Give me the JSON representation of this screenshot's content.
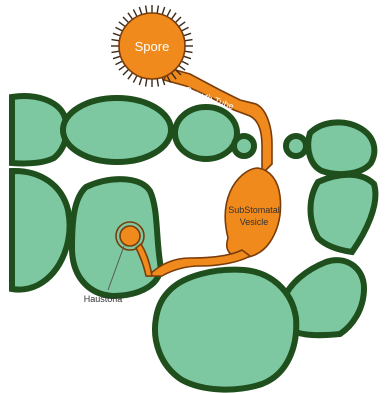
{
  "labels": {
    "spore": "Spore",
    "growth_tube": "Growth Tube",
    "substomatal_line1": "SubStomatal",
    "substomatal_line2": "Vesicle",
    "haustoria": "Haustoria"
  },
  "colors": {
    "cell_fill": "#7ec8a1",
    "cell_stroke": "#1e4f1c",
    "fungus_fill": "#f08a1c",
    "fungus_stroke": "#7a3d0a",
    "label_dark": "#333333",
    "label_light": "#ffffff"
  }
}
